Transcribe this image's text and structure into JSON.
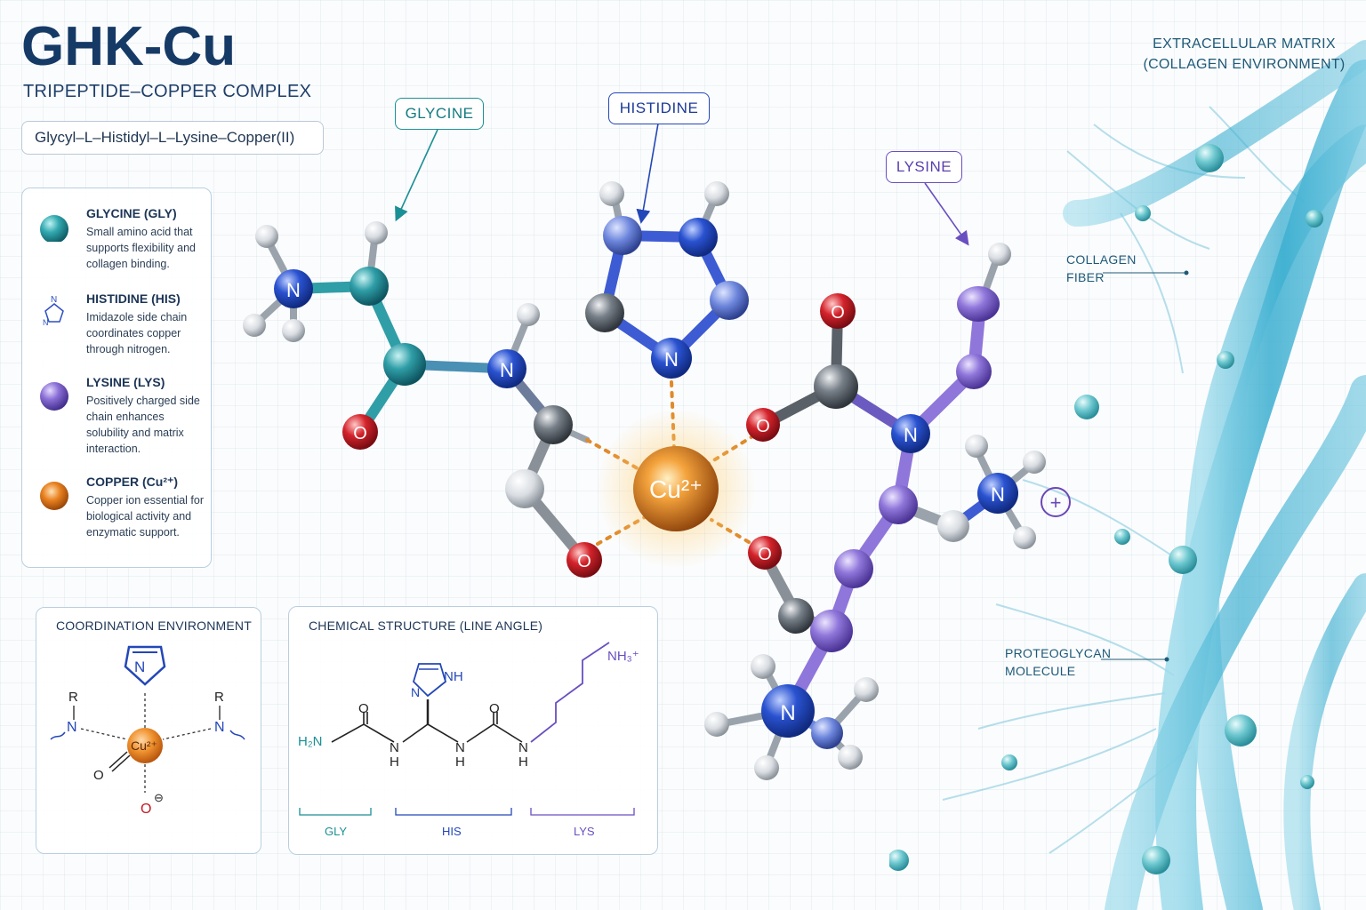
{
  "header": {
    "title": "GHK-Cu",
    "subtitle": "TRIPEPTIDE–COPPER COMPLEX",
    "full_name": "Glycyl–L–Histidyl–L–Lysine–Copper(II)"
  },
  "legend": [
    {
      "title": "GLYCINE (GLY)",
      "desc": "Small amino acid that supports flexibility and collagen binding.",
      "color": "#2a9ea6",
      "icon": "teal-sphere-icon"
    },
    {
      "title": "HISTIDINE (HIS)",
      "desc": "Imidazole side chain coordinates copper through nitrogen.",
      "color": "#2d4fc2",
      "icon": "imidazole-ring-icon"
    },
    {
      "title": "LYSINE (LYS)",
      "desc": "Positively charged side chain enhances solubility and matrix interaction.",
      "color": "#7a5fc8",
      "icon": "purple-sphere-icon"
    },
    {
      "title": "COPPER (Cu²⁺)",
      "desc": "Copper ion essential for biological activity and enzymatic support.",
      "color": "#e0761a",
      "icon": "copper-sphere-icon"
    }
  ],
  "callouts": {
    "glycine": "GLYCINE",
    "histidine": "HISTIDINE",
    "lysine": "LYSINE"
  },
  "molecule": {
    "copper_label": "Cu²⁺",
    "atom_N": "N",
    "atom_O": "O",
    "charge": "+"
  },
  "environment": {
    "title_line1": "EXTRACELLULAR MATRIX",
    "title_line2": "(COLLAGEN ENVIRONMENT)",
    "collagen_line1": "COLLAGEN",
    "collagen_line2": "FIBER",
    "proteoglycan_line1": "PROTEOGLYCAN",
    "proteoglycan_line2": "MOLECULE"
  },
  "coordination_panel": {
    "title": "COORDINATION ENVIRONMENT",
    "cu": "Cu²⁺",
    "R": "R",
    "N": "N",
    "O": "O",
    "O_minus": "O",
    "minus": "⊖"
  },
  "structure_panel": {
    "title": "CHEMICAL STRUCTURE (LINE ANGLE)",
    "h2n": "H₂N",
    "nh": "NH",
    "N": "N",
    "H": "H",
    "O": "O",
    "nh3": "NH₃⁺",
    "segments": [
      "GLY",
      "HIS",
      "LYS"
    ]
  },
  "colors": {
    "glycine": "#2a9ea6",
    "histidine": "#2d4fc2",
    "lysine": "#7a5fc8",
    "copper": "#e0761a",
    "oxygen": "#d0232a",
    "carbon": "#6d747c",
    "title": "#163a66"
  }
}
